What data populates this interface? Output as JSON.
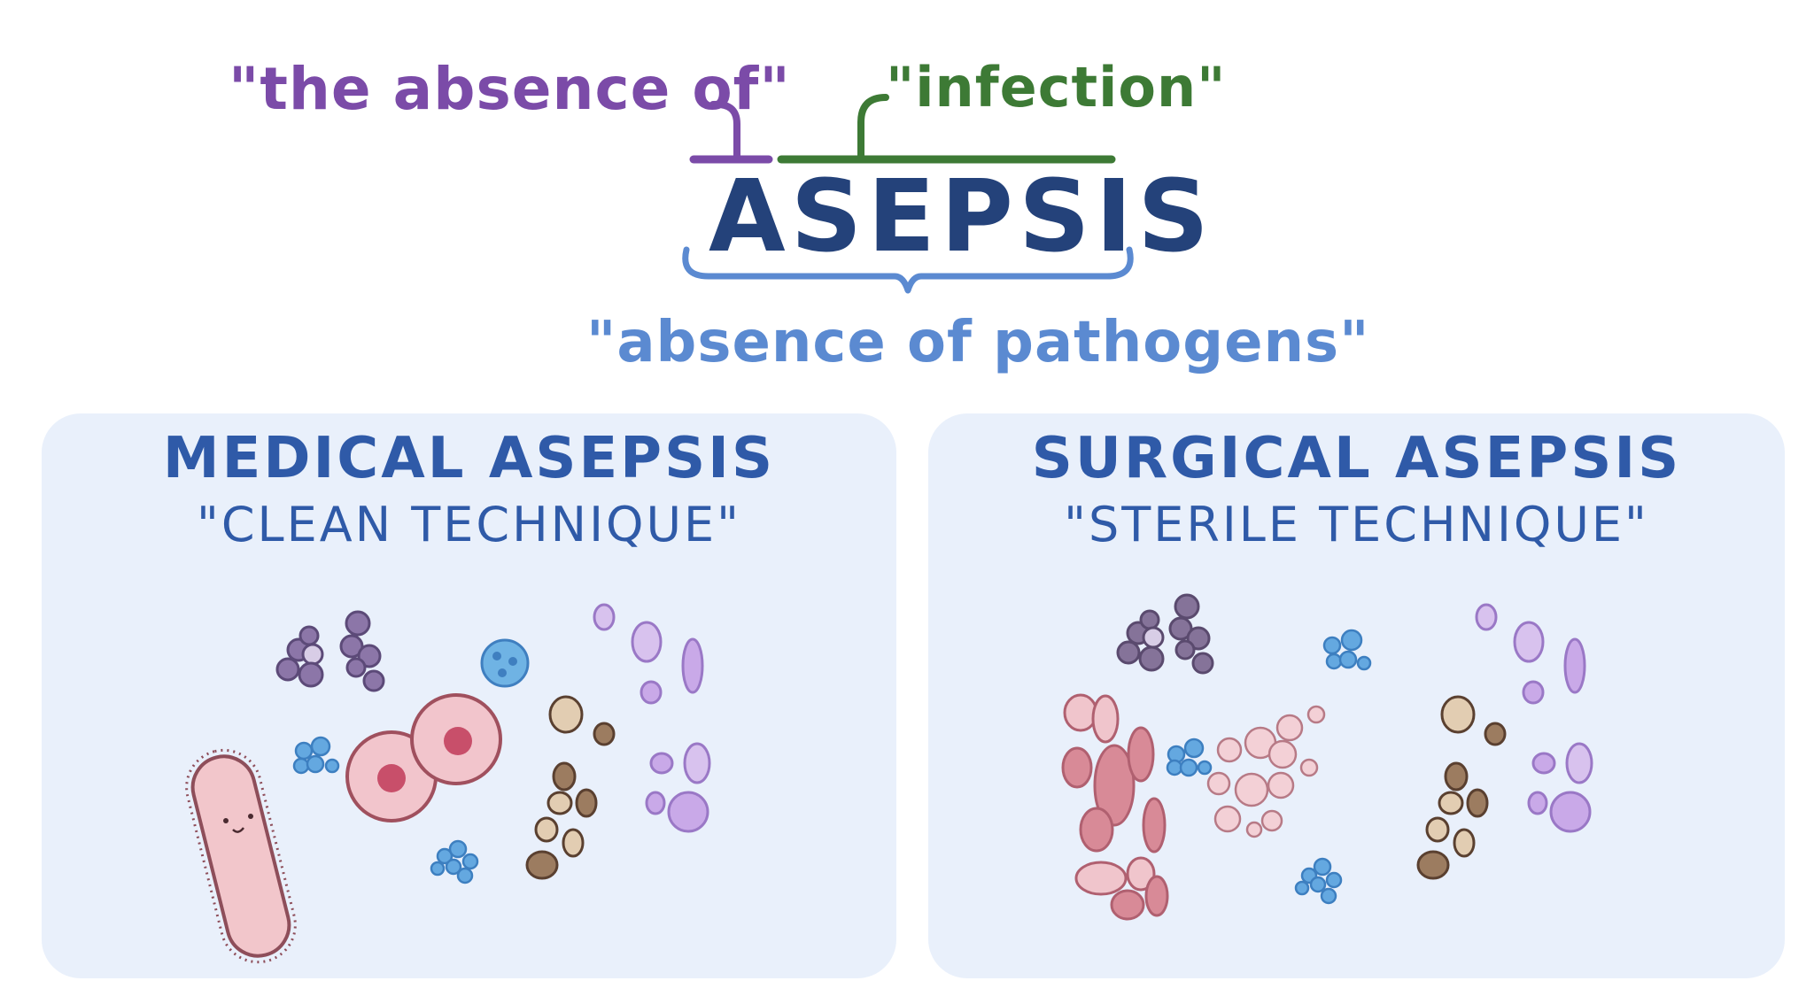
{
  "header": {
    "prefix_meaning": "\"the absence of\"",
    "root_meaning": "\"infection\"",
    "term": "ASEPSIS",
    "definition": "\"absence of pathogens\""
  },
  "colors": {
    "prefix": "#7b4ba8",
    "root": "#3d7a35",
    "term": "#24427a",
    "definition": "#5b8ad1",
    "panel_bg": "#e9f0fb",
    "panel_text": "#2f5aa8"
  },
  "panels": [
    {
      "title": "MEDICAL ASEPSIS",
      "subtitle": "\"CLEAN TECHNIQUE\"",
      "illustration": "microbes-with-bacterium-and-cells"
    },
    {
      "title": "SURGICAL ASEPSIS",
      "subtitle": "\"STERILE TECHNIQUE\"",
      "illustration": "microbes-with-tissue-fragments"
    }
  ]
}
